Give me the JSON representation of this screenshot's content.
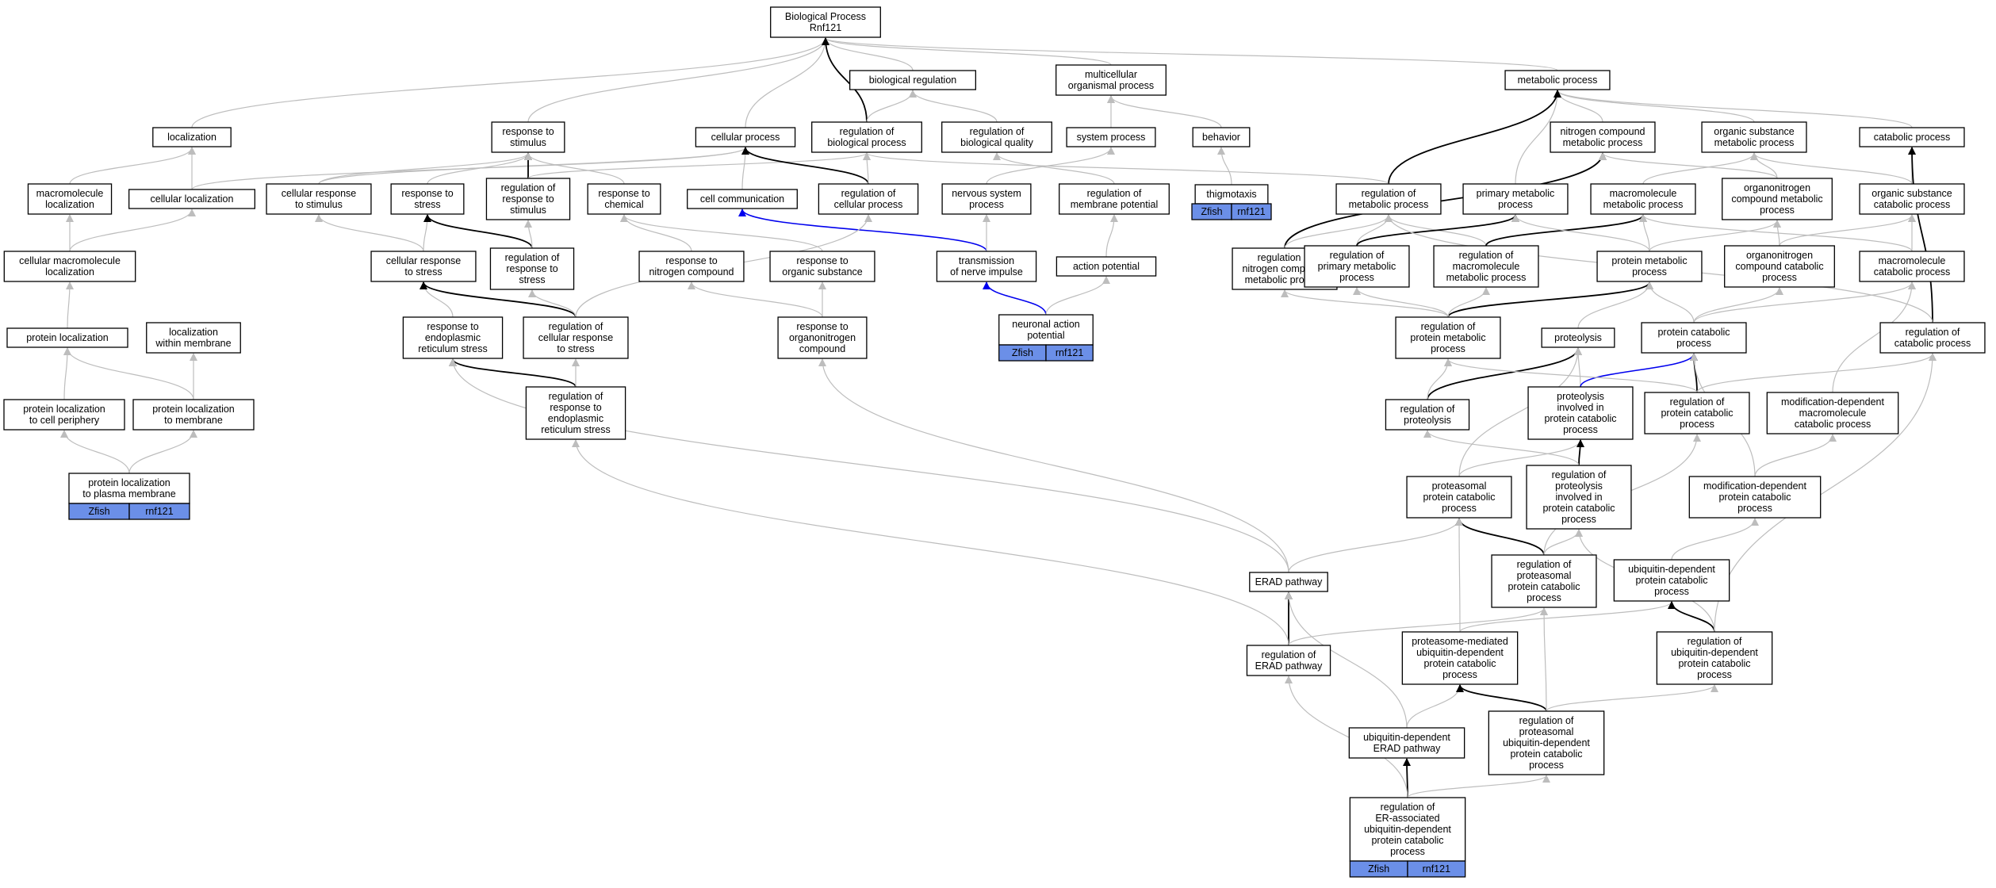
{
  "colors": {
    "gray": "#bdbdbd",
    "black": "#000000",
    "blue": "#0000ee",
    "badge": "#6b8fe8"
  },
  "badge_labels": [
    "Zfish",
    "rnf121"
  ],
  "nodes": {
    "bp": {
      "lines": [
        "Biological Process",
        "Rnf121"
      ]
    },
    "breg": {
      "lines": [
        "biological regulation"
      ]
    },
    "multi": {
      "lines": [
        "multicellular",
        "organismal process"
      ]
    },
    "meta": {
      "lines": [
        "metabolic process"
      ]
    },
    "loc": {
      "lines": [
        "localization"
      ]
    },
    "resp": {
      "lines": [
        "response to",
        "stimulus"
      ]
    },
    "cell": {
      "lines": [
        "cellular process"
      ]
    },
    "regbp": {
      "lines": [
        "regulation of",
        "biological process"
      ]
    },
    "regbq": {
      "lines": [
        "regulation of",
        "biological quality"
      ]
    },
    "sysp": {
      "lines": [
        "system process"
      ]
    },
    "behav": {
      "lines": [
        "behavior"
      ]
    },
    "ncmp": {
      "lines": [
        "nitrogen compound",
        "metabolic process"
      ]
    },
    "osmp": {
      "lines": [
        "organic substance",
        "metabolic process"
      ]
    },
    "catp": {
      "lines": [
        "catabolic process"
      ]
    },
    "macloc": {
      "lines": [
        "macromolecule",
        "localization"
      ]
    },
    "cloc": {
      "lines": [
        "cellular localization"
      ]
    },
    "crs": {
      "lines": [
        "cellular response",
        "to stimulus"
      ]
    },
    "rstr": {
      "lines": [
        "response to",
        "stress"
      ]
    },
    "regrs": {
      "lines": [
        "regulation of",
        "response to",
        "stimulus"
      ]
    },
    "rchem": {
      "lines": [
        "response to",
        "chemical"
      ]
    },
    "ccomm": {
      "lines": [
        "cell communication"
      ]
    },
    "regcp": {
      "lines": [
        "regulation of",
        "cellular process"
      ]
    },
    "nsp": {
      "lines": [
        "nervous system",
        "process"
      ]
    },
    "regmp": {
      "lines": [
        "regulation of",
        "membrane potential"
      ]
    },
    "thig": {
      "lines": [
        "thigmotaxis"
      ],
      "badge": true
    },
    "regmet": {
      "lines": [
        "regulation of",
        "metabolic process"
      ]
    },
    "pmp": {
      "lines": [
        "primary metabolic",
        "process"
      ]
    },
    "mmp": {
      "lines": [
        "macromolecule",
        "metabolic process"
      ]
    },
    "oncmp": {
      "lines": [
        "organonitrogen",
        "compound metabolic",
        "process"
      ]
    },
    "oscp": {
      "lines": [
        "organic substance",
        "catabolic process"
      ]
    },
    "cmloc": {
      "lines": [
        "cellular macromolecule",
        "localization"
      ]
    },
    "crstr": {
      "lines": [
        "cellular response",
        "to stress"
      ]
    },
    "regrstr": {
      "lines": [
        "regulation of",
        "response to",
        "stress"
      ]
    },
    "rnc": {
      "lines": [
        "response to",
        "nitrogen compound"
      ]
    },
    "ros": {
      "lines": [
        "response to",
        "organic substance"
      ]
    },
    "tni": {
      "lines": [
        "transmission",
        "of nerve impulse"
      ]
    },
    "ap": {
      "lines": [
        "action potential"
      ]
    },
    "regncmp": {
      "lines": [
        "regulation of",
        "nitrogen compound",
        "metabolic process"
      ]
    },
    "regpmp": {
      "lines": [
        "regulation of",
        "primary metabolic",
        "process"
      ]
    },
    "regmmp": {
      "lines": [
        "regulation of",
        "macromolecule",
        "metabolic process"
      ]
    },
    "protmp": {
      "lines": [
        "protein metabolic",
        "process"
      ]
    },
    "onccp": {
      "lines": [
        "organonitrogen",
        "compound catabolic",
        "process"
      ]
    },
    "mcp": {
      "lines": [
        "macromolecule",
        "catabolic process"
      ]
    },
    "ploc": {
      "lines": [
        "protein localization"
      ]
    },
    "locmem": {
      "lines": [
        "localization",
        "within membrane"
      ]
    },
    "rers": {
      "lines": [
        "response to",
        "endoplasmic",
        "reticulum stress"
      ]
    },
    "regcrs": {
      "lines": [
        "regulation of",
        "cellular response",
        "to stress"
      ]
    },
    "roc": {
      "lines": [
        "response to",
        "organonitrogen",
        "compound"
      ]
    },
    "nap": {
      "lines": [
        "neuronal action",
        "potential"
      ],
      "badge": true
    },
    "regprotmp": {
      "lines": [
        "regulation of",
        "protein metabolic",
        "process"
      ]
    },
    "proteo": {
      "lines": [
        "proteolysis"
      ]
    },
    "pcp": {
      "lines": [
        "protein catabolic",
        "process"
      ]
    },
    "regcat": {
      "lines": [
        "regulation of",
        "catabolic process"
      ]
    },
    "plcp": {
      "lines": [
        "protein localization",
        "to cell periphery"
      ]
    },
    "plmem": {
      "lines": [
        "protein localization",
        "to membrane"
      ]
    },
    "regrers": {
      "lines": [
        "regulation of",
        "response to",
        "endoplasmic",
        "reticulum stress"
      ]
    },
    "regproteo": {
      "lines": [
        "regulation of",
        "proteolysis"
      ]
    },
    "pipcp": {
      "lines": [
        "proteolysis",
        "involved in",
        "protein catabolic",
        "process"
      ]
    },
    "regpcp": {
      "lines": [
        "regulation of",
        "protein catabolic",
        "process"
      ]
    },
    "mdmcp": {
      "lines": [
        "modification-dependent",
        "macromolecule",
        "catabolic process"
      ]
    },
    "plpm": {
      "lines": [
        "protein localization",
        "to plasma membrane"
      ],
      "badge": true
    },
    "ppcp": {
      "lines": [
        "proteasomal",
        "protein catabolic",
        "process"
      ]
    },
    "regpipcp": {
      "lines": [
        "regulation of",
        "proteolysis",
        "involved in",
        "protein catabolic",
        "process"
      ]
    },
    "mdpcp": {
      "lines": [
        "modification-dependent",
        "protein catabolic",
        "process"
      ]
    },
    "erad": {
      "lines": [
        "ERAD pathway"
      ]
    },
    "regppcp": {
      "lines": [
        "regulation of",
        "proteasomal",
        "protein catabolic",
        "process"
      ]
    },
    "udpcp": {
      "lines": [
        "ubiquitin-dependent",
        "protein catabolic",
        "process"
      ]
    },
    "regerad": {
      "lines": [
        "regulation of",
        "ERAD pathway"
      ]
    },
    "pmudpcp": {
      "lines": [
        "proteasome-mediated",
        "ubiquitin-dependent",
        "protein catabolic",
        "process"
      ]
    },
    "regudpcp": {
      "lines": [
        "regulation of",
        "ubiquitin-dependent",
        "protein catabolic",
        "process"
      ]
    },
    "uderad": {
      "lines": [
        "ubiquitin-dependent",
        "ERAD pathway"
      ]
    },
    "regpudpcp": {
      "lines": [
        "regulation of",
        "proteasomal",
        "ubiquitin-dependent",
        "protein catabolic",
        "process"
      ]
    },
    "regeraudpcp": {
      "lines": [
        "regulation of",
        "ER-associated",
        "ubiquitin-dependent",
        "protein catabolic",
        "process"
      ],
      "badge": true
    }
  },
  "edges": [
    [
      "breg",
      "bp",
      "g"
    ],
    [
      "multi",
      "bp",
      "g"
    ],
    [
      "meta",
      "bp",
      "g"
    ],
    [
      "loc",
      "bp",
      "g"
    ],
    [
      "resp",
      "bp",
      "g"
    ],
    [
      "cell",
      "bp",
      "g"
    ],
    [
      "regbp",
      "bp",
      "b"
    ],
    [
      "regbp",
      "breg",
      "g"
    ],
    [
      "regbq",
      "breg",
      "g"
    ],
    [
      "sysp",
      "multi",
      "g"
    ],
    [
      "behav",
      "multi",
      "g"
    ],
    [
      "ncmp",
      "meta",
      "g"
    ],
    [
      "osmp",
      "meta",
      "g"
    ],
    [
      "catp",
      "meta",
      "g"
    ],
    [
      "pmp",
      "meta",
      "g"
    ],
    [
      "regmet",
      "meta",
      "b"
    ],
    [
      "macloc",
      "loc",
      "g"
    ],
    [
      "cloc",
      "loc",
      "g"
    ],
    [
      "cloc",
      "cell",
      "g"
    ],
    [
      "crs",
      "resp",
      "g"
    ],
    [
      "crs",
      "cell",
      "g"
    ],
    [
      "rstr",
      "resp",
      "g"
    ],
    [
      "regrs",
      "resp",
      "b"
    ],
    [
      "rchem",
      "resp",
      "g"
    ],
    [
      "regrs",
      "regbp",
      "g"
    ],
    [
      "regmet",
      "regbp",
      "g"
    ],
    [
      "ccomm",
      "cell",
      "g"
    ],
    [
      "regcp",
      "cell",
      "b"
    ],
    [
      "regcp",
      "regbp",
      "g"
    ],
    [
      "nsp",
      "sysp",
      "g"
    ],
    [
      "regmp",
      "regbq",
      "g"
    ],
    [
      "thig",
      "behav",
      "g"
    ],
    [
      "regncmp",
      "ncmp",
      "b"
    ],
    [
      "oncmp",
      "ncmp",
      "g"
    ],
    [
      "mmp",
      "osmp",
      "g"
    ],
    [
      "oncmp",
      "osmp",
      "g"
    ],
    [
      "oscp",
      "osmp",
      "g"
    ],
    [
      "oscp",
      "catp",
      "g"
    ],
    [
      "regcat",
      "catp",
      "b"
    ],
    [
      "cmloc",
      "macloc",
      "g"
    ],
    [
      "cmloc",
      "cloc",
      "g"
    ],
    [
      "crstr",
      "crs",
      "g"
    ],
    [
      "crstr",
      "rstr",
      "g"
    ],
    [
      "regrstr",
      "rstr",
      "b"
    ],
    [
      "regrstr",
      "regrs",
      "g"
    ],
    [
      "rnc",
      "rchem",
      "g"
    ],
    [
      "ros",
      "rchem",
      "g"
    ],
    [
      "tni",
      "ccomm",
      "u"
    ],
    [
      "tni",
      "nsp",
      "g"
    ],
    [
      "ap",
      "regmp",
      "g"
    ],
    [
      "regncmp",
      "regmet",
      "g"
    ],
    [
      "regpmp",
      "regmet",
      "g"
    ],
    [
      "regmmp",
      "regmet",
      "g"
    ],
    [
      "regpmp",
      "pmp",
      "b"
    ],
    [
      "regmmp",
      "mmp",
      "b"
    ],
    [
      "protmp",
      "pmp",
      "g"
    ],
    [
      "protmp",
      "mmp",
      "g"
    ],
    [
      "protmp",
      "oncmp",
      "g"
    ],
    [
      "onccp",
      "oncmp",
      "g"
    ],
    [
      "onccp",
      "oscp",
      "g"
    ],
    [
      "mcp",
      "mmp",
      "g"
    ],
    [
      "mcp",
      "oscp",
      "g"
    ],
    [
      "ploc",
      "cmloc",
      "g"
    ],
    [
      "rers",
      "crstr",
      "g"
    ],
    [
      "regcrs",
      "crstr",
      "b"
    ],
    [
      "regcrs",
      "regrstr",
      "g"
    ],
    [
      "regcrs",
      "regcp",
      "g"
    ],
    [
      "roc",
      "ros",
      "g"
    ],
    [
      "roc",
      "rnc",
      "g"
    ],
    [
      "nap",
      "tni",
      "u"
    ],
    [
      "nap",
      "ap",
      "g"
    ],
    [
      "regprotmp",
      "protmp",
      "b"
    ],
    [
      "regprotmp",
      "regpmp",
      "g"
    ],
    [
      "regprotmp",
      "regmmp",
      "g"
    ],
    [
      "regprotmp",
      "regncmp",
      "g"
    ],
    [
      "proteo",
      "protmp",
      "g"
    ],
    [
      "pcp",
      "protmp",
      "g"
    ],
    [
      "pcp",
      "onccp",
      "g"
    ],
    [
      "pcp",
      "mcp",
      "g"
    ],
    [
      "regcat",
      "regmet",
      "g"
    ],
    [
      "plcp",
      "ploc",
      "g"
    ],
    [
      "plmem",
      "ploc",
      "g"
    ],
    [
      "plmem",
      "locmem",
      "g"
    ],
    [
      "regrers",
      "rers",
      "b"
    ],
    [
      "regrers",
      "regcrs",
      "g"
    ],
    [
      "regproteo",
      "proteo",
      "b"
    ],
    [
      "regproteo",
      "regprotmp",
      "g"
    ],
    [
      "pipcp",
      "proteo",
      "g"
    ],
    [
      "pipcp",
      "pcp",
      "u"
    ],
    [
      "regpcp",
      "pcp",
      "b"
    ],
    [
      "regpcp",
      "regprotmp",
      "g"
    ],
    [
      "regpcp",
      "regcat",
      "g"
    ],
    [
      "mdmcp",
      "mcp",
      "g"
    ],
    [
      "plpm",
      "plcp",
      "g"
    ],
    [
      "plpm",
      "plmem",
      "g"
    ],
    [
      "ppcp",
      "pipcp",
      "g"
    ],
    [
      "ppcp",
      "proteo",
      "g"
    ],
    [
      "regpipcp",
      "pipcp",
      "b"
    ],
    [
      "regpipcp",
      "regproteo",
      "g"
    ],
    [
      "mdpcp",
      "pcp",
      "g"
    ],
    [
      "mdpcp",
      "mdmcp",
      "g"
    ],
    [
      "erad",
      "ppcp",
      "g"
    ],
    [
      "erad",
      "rers",
      "g"
    ],
    [
      "erad",
      "roc",
      "g"
    ],
    [
      "regppcp",
      "ppcp",
      "b"
    ],
    [
      "regppcp",
      "regpipcp",
      "g"
    ],
    [
      "regppcp",
      "regpcp",
      "g"
    ],
    [
      "udpcp",
      "mdpcp",
      "g"
    ],
    [
      "regerad",
      "erad",
      "b"
    ],
    [
      "regerad",
      "regrers",
      "g"
    ],
    [
      "regerad",
      "regppcp",
      "g"
    ],
    [
      "pmudpcp",
      "ppcp",
      "g"
    ],
    [
      "pmudpcp",
      "udpcp",
      "g"
    ],
    [
      "regudpcp",
      "udpcp",
      "b"
    ],
    [
      "regudpcp",
      "regpipcp",
      "g"
    ],
    [
      "regudpcp",
      "regcat",
      "g"
    ],
    [
      "uderad",
      "erad",
      "g"
    ],
    [
      "uderad",
      "pmudpcp",
      "g"
    ],
    [
      "regpudpcp",
      "pmudpcp",
      "b"
    ],
    [
      "regpudpcp",
      "regppcp",
      "g"
    ],
    [
      "regpudpcp",
      "regudpcp",
      "g"
    ],
    [
      "regeraudpcp",
      "uderad",
      "b"
    ],
    [
      "regeraudpcp",
      "regerad",
      "g"
    ],
    [
      "regeraudpcp",
      "regpudpcp",
      "g"
    ]
  ]
}
